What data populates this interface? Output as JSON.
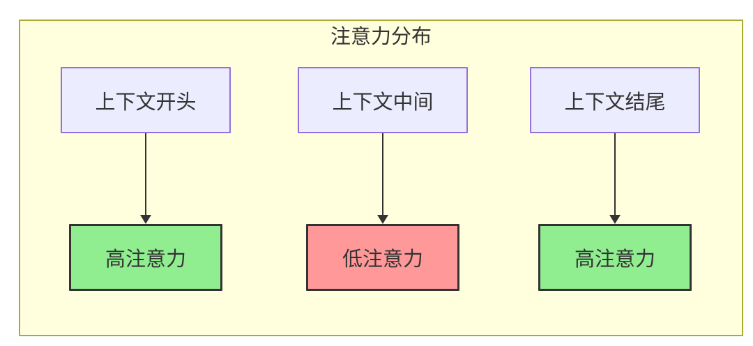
{
  "diagram": {
    "title": "注意力分布",
    "columns": [
      {
        "source_label": "上下文开头",
        "target_label": "高注意力",
        "attention_level": "high"
      },
      {
        "source_label": "上下文中间",
        "target_label": "低注意力",
        "attention_level": "low"
      },
      {
        "source_label": "上下文结尾",
        "target_label": "高注意力",
        "attention_level": "high"
      }
    ],
    "colors": {
      "container_background": "#ffffde",
      "container_border": "#aaaa33",
      "source_node_background": "#ececff",
      "source_node_border": "#9370db",
      "high_attention_background": "#90ee90",
      "low_attention_background": "#ff9999",
      "target_node_border": "#333333",
      "arrow": "#333333",
      "text": "#333333"
    }
  }
}
